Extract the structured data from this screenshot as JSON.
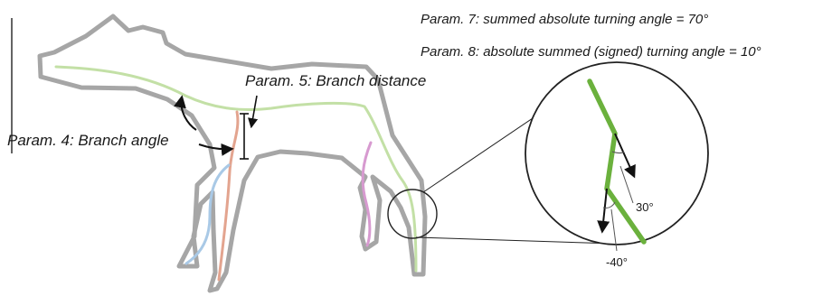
{
  "annotations": {
    "param7": "Param. 7: summed absolute turning angle = 70°",
    "param8": "Param. 8: absolute summed (signed) turning angle = 10°",
    "param5": "Param. 5: Branch distance",
    "param4": "Param. 4: Branch angle"
  },
  "angles": {
    "first": "30°",
    "second": "-40°"
  },
  "colors": {
    "outline": "#a6a6a6",
    "spine": "#c3e0a6",
    "skeleton_green": "#6bb13d",
    "front_leg_red": "#e3a48f",
    "front_leg_blue": "#a9c9e6",
    "hind_leg_pink": "#d79ad0",
    "hind_leg_green": "#c3e0a6",
    "arrows": "#111111"
  }
}
